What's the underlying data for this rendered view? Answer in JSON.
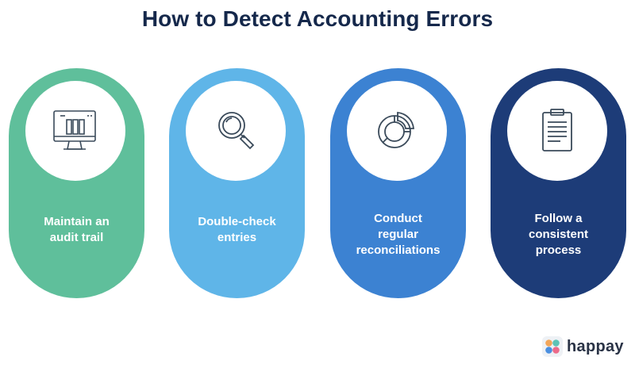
{
  "title": "How to Detect Accounting Errors",
  "steps": [
    {
      "label": "Maintain an\naudit trail",
      "icon": "monitor-report-icon",
      "color": "#5fbf9b"
    },
    {
      "label": "Double-check\nentries",
      "icon": "magnifying-glass-icon",
      "color": "#5fb5e8"
    },
    {
      "label": "Conduct\nregular\nreconciliations",
      "icon": "pie-chart-icon",
      "color": "#3c82d2"
    },
    {
      "label": "Follow a\nconsistent\nprocess",
      "icon": "clipboard-icon",
      "color": "#1d3c78"
    }
  ],
  "brand": {
    "name": "happay",
    "logo": "happay-logo"
  }
}
